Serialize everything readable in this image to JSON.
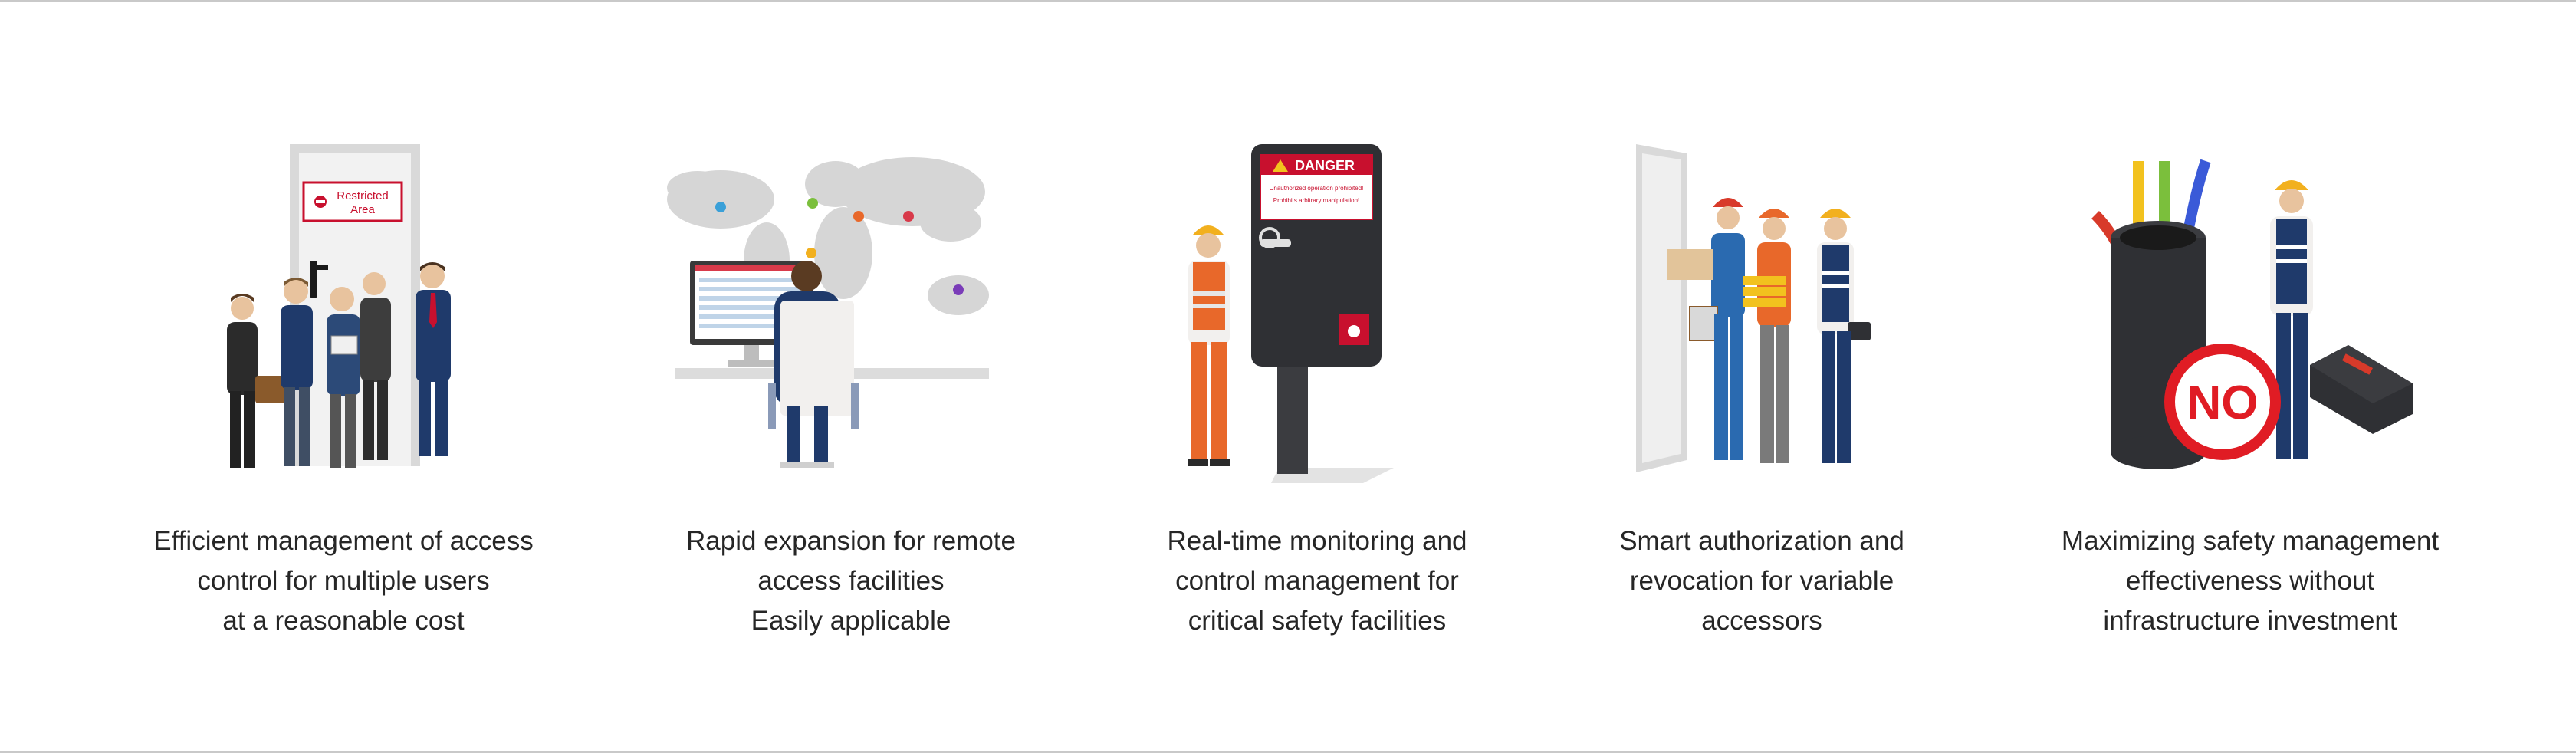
{
  "features": [
    {
      "illustration": "door-restricted-area-with-people-icon",
      "sign_text": [
        "Restricted",
        "Area"
      ],
      "caption": [
        "Efficient management of access",
        "control for multiple users",
        "at a reasonable cost"
      ]
    },
    {
      "illustration": "world-map-remote-monitoring-icon",
      "caption": [
        "Rapid expansion for remote",
        "access facilities",
        "Easily applicable"
      ]
    },
    {
      "illustration": "danger-cabinet-worker-icon",
      "sign_title": "DANGER",
      "sign_lines": [
        "Unauthorized operation prohibited!",
        "Prohibits arbitrary manipulation!"
      ],
      "caption": [
        "Real-time monitoring and",
        "control management for",
        "critical safety facilities"
      ]
    },
    {
      "illustration": "door-delivery-workers-icon",
      "caption": [
        "Smart authorization and",
        "revocation for variable",
        "accessors"
      ]
    },
    {
      "illustration": "cable-duct-worker-no-sign-icon",
      "no_label": "NO",
      "caption": [
        "Maximizing safety management",
        "effectiveness without",
        "infrastructure investment"
      ]
    }
  ],
  "colors": {
    "caption_text": "#262626",
    "danger_red": "#c8102e",
    "navy_suit": "#1f3a6b",
    "worker_orange": "#e8682a",
    "cabinet_dark": "#2f3034"
  }
}
